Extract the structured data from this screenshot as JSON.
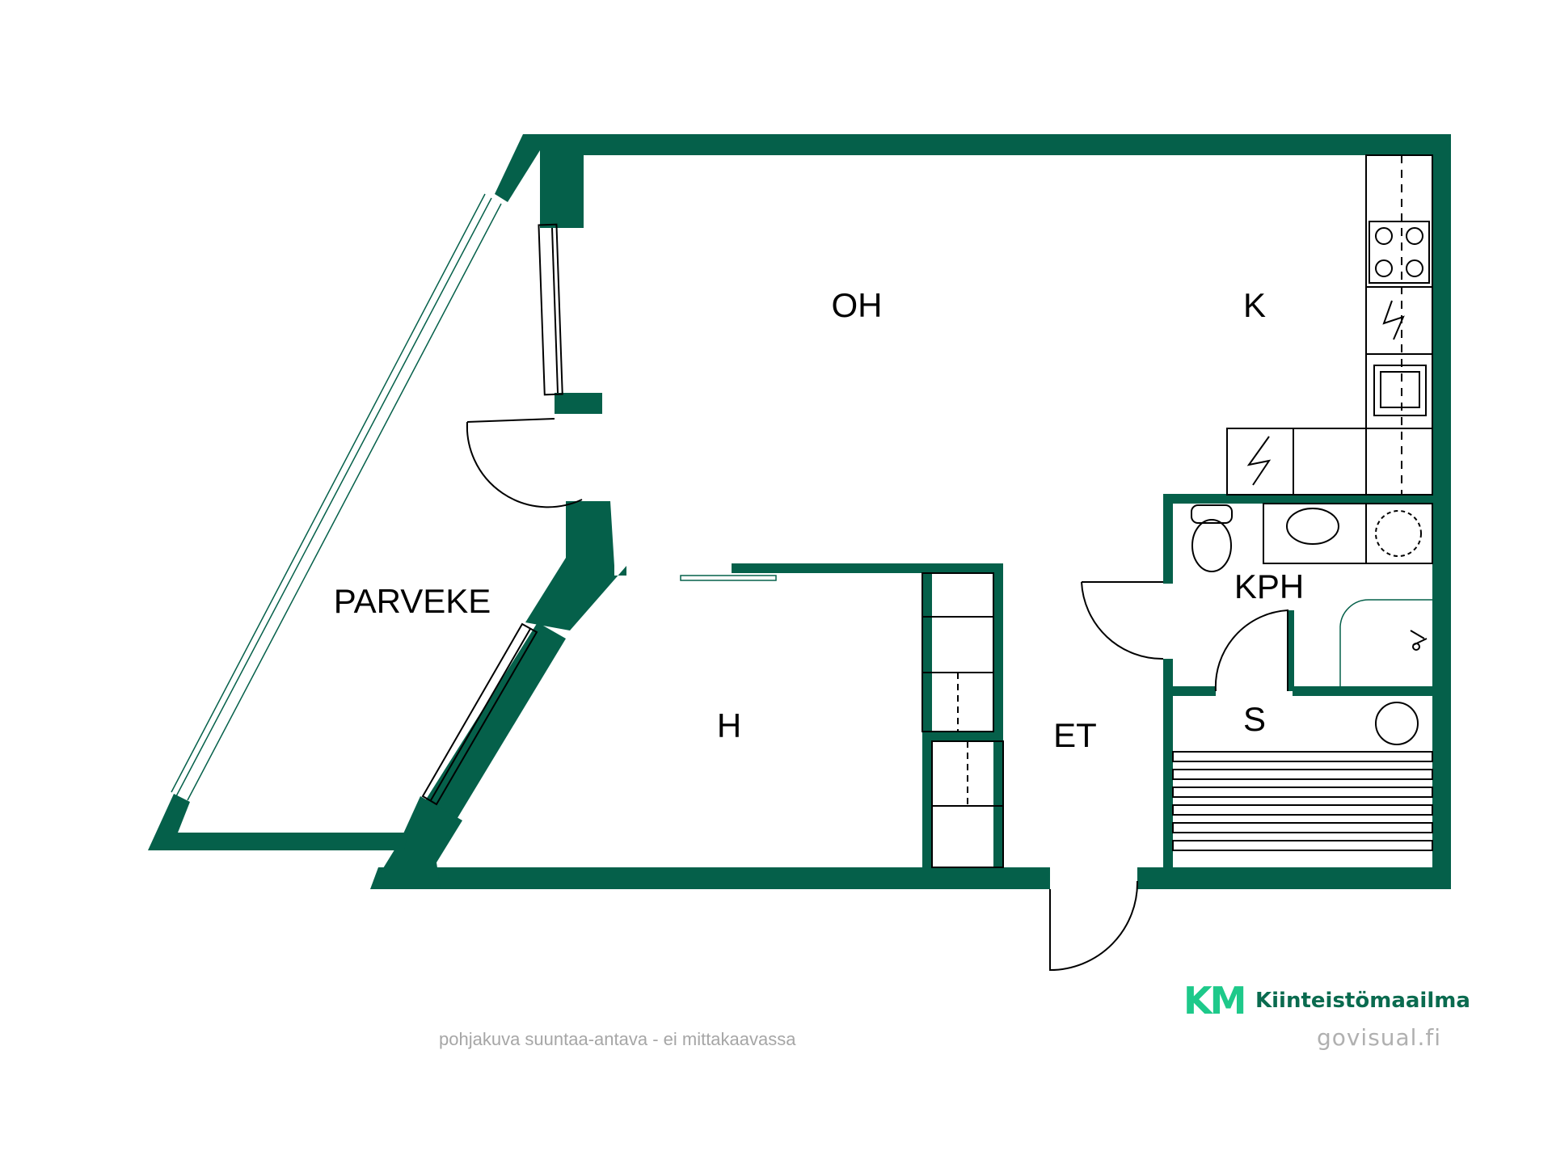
{
  "rooms": {
    "oh": "OH",
    "k": "K",
    "parveke": "PARVEKE",
    "kph": "KPH",
    "h": "H",
    "et": "ET",
    "s": "S"
  },
  "footer": {
    "disclaimer": "pohjakuva suuntaa-antava - ei mittakaavassa",
    "website": "govisual.fi"
  },
  "logo": {
    "mark": "KM",
    "name": "Kiinteistömaailma"
  },
  "colors": {
    "wall": "#05604a",
    "accent_green": "#1ec98a"
  }
}
